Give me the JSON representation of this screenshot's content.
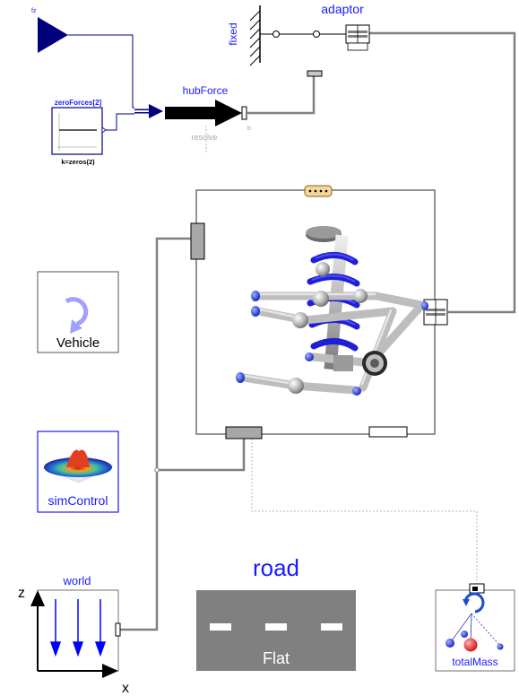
{
  "components": {
    "fz": {
      "label": "fz"
    },
    "zero_forces": {
      "label": "zeroForces[2]",
      "parameter": "k=zeros(2)"
    },
    "hub_force": {
      "label": "hubForce",
      "resolve_label": "resolve",
      "port_label": "b"
    },
    "fixed": {
      "label": "fixed"
    },
    "adaptor": {
      "label": "adaptor"
    },
    "vehicle": {
      "label": "Vehicle"
    },
    "sim_control": {
      "label": "simControl"
    },
    "world": {
      "label": "world",
      "axis_z": "z",
      "axis_x": "x"
    },
    "road": {
      "title": "road",
      "label": "Flat"
    },
    "total_mass": {
      "label": "totalMass"
    }
  },
  "colors": {
    "label_blue": "#1a1aff",
    "connection_gray": "#808080",
    "signal_blue": "#00007f",
    "road_gray": "#808080",
    "coil_blue": "#1f1fd6",
    "arm_silver": "#c8c8c8"
  },
  "icons": [
    "realinput-triangle-icon",
    "constant-source-icon",
    "world-force-arrow-icon",
    "fixed-ground-icon",
    "vehicle-animation-icon",
    "sim-control-surface-icon",
    "world-frame-icon",
    "road-icon",
    "total-mass-icon",
    "suspension-3d-icon",
    "bus-connector-icon"
  ]
}
